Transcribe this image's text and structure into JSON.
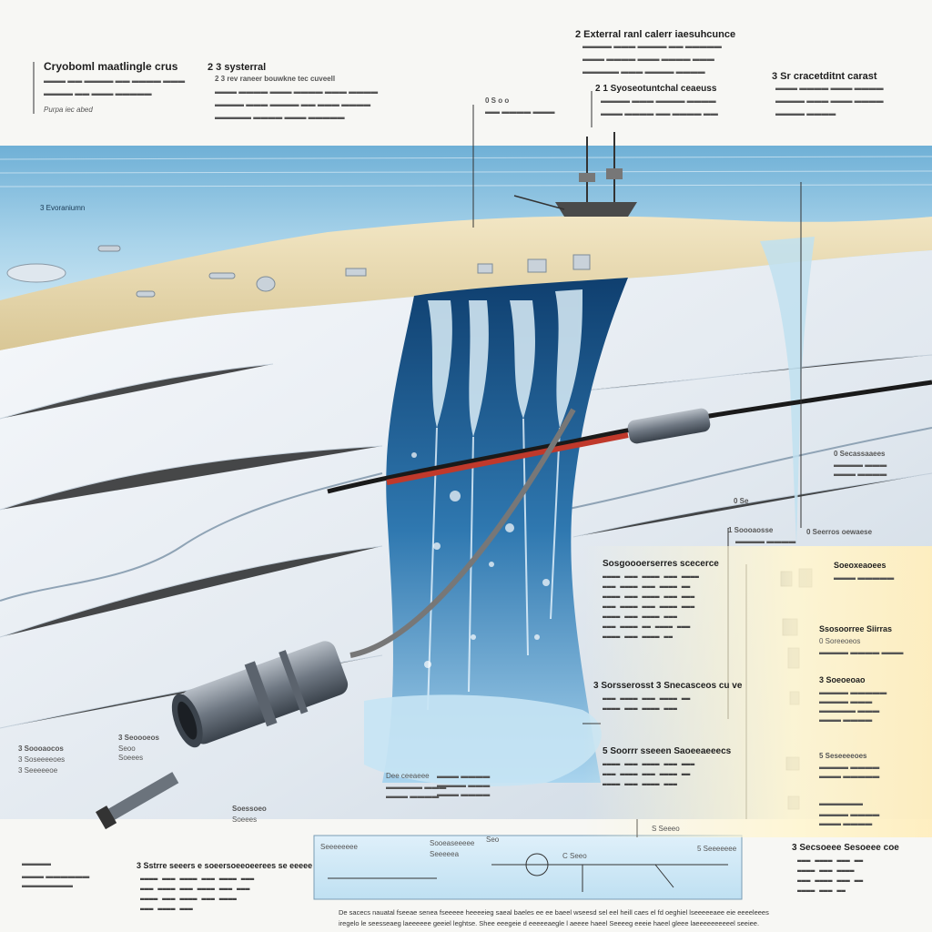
{
  "header": {
    "main_title": "Cryoboml maatlingle crus",
    "main_subtitle": "Purpa iec abed",
    "col1_title": "2 3 systerral",
    "col1_line": "2 3 rev raneer bouwkne tec cuveell",
    "col2_title": "2 Exterral ranl calerr iaesuhcunce",
    "col3_title": "3 Sr cracetditnt carast",
    "probe_label": "0 S o o",
    "mid_title": "2 1 Syoseotuntchal ceaeuss",
    "left_tag": "3 Evoraniumn"
  },
  "right_panel": {
    "head1": "Sosgoooerserres scecerce",
    "head2": "3 Sorsserosst 3 Snecasceos cu ve",
    "head3": "5 Soorrr sseeen Saoeeaeeecs",
    "tag1": "0 Se",
    "tag2": "1 Soooaosse",
    "tag3": "0 Seerros oewaese",
    "tag4": "0 Secassaaees",
    "tag5": "Soeoxeaoees",
    "tag6": "Ssosoorree Siirras",
    "tag7": "0 Soreeoeos",
    "tag8": "3 Soeoeoao",
    "tag9": "5 Seseeeeoes",
    "tag10": "3 Secsoeee Sesoeee coe"
  },
  "left_labels": {
    "l1": "3 Soooaocos",
    "l2": "3 Soseeeeoes",
    "l3": "3 Seeeeeoe",
    "l4": "3 Seoooeos",
    "l5": "Seoo",
    "l6": "Soeees",
    "l7": "Soessoeo",
    "l8": "Soeees",
    "bottom_left_title": "3 Sstrre seeers e soeersoeeoeerees se eeeee"
  },
  "bottom_inset": {
    "label1": "Seeeeeeee",
    "label2": "Sooeaseeeee",
    "label3": "Seeeeea",
    "label4": "Seo",
    "label5": "C Seeo",
    "label6": "S Seeeo",
    "label7": "5 Seeeeeee",
    "label8": "Dee ceeaeee"
  },
  "footer": {
    "line1": "De sacecs nauatal fseeae senea fseeeee heeeeieg saeal baeles ee ee baeel wseesd sel eel heill caes el fd oeghiel lseeeeeaee eie eeeeleees",
    "line2": "iregelo le seesseaeg laeeeeee geeiel leghtse. Shee eeegeie d eeeeeaegle l aeeee haeel Seeeeg eeeie haeel gleee laeeeeeeeeeel seeiee."
  },
  "colors": {
    "sea_top": "#7fb8d8",
    "ice_face": "#e9eef3",
    "cavity": "#1f5f92",
    "tether_red": "#c0392b",
    "sand": "#e6d6a8"
  }
}
